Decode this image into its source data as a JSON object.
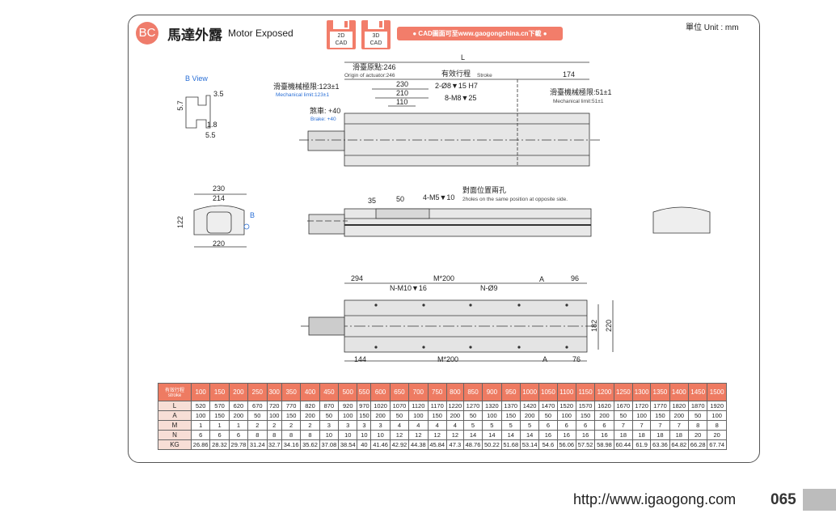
{
  "header": {
    "badge": "BC",
    "title_cn": "馬達外露",
    "title_en": "Motor Exposed",
    "cad2d": [
      "2D",
      "CAD"
    ],
    "cad3d": [
      "3D",
      "CAD"
    ],
    "cad_link": "● CAD圖面可至www.gaogongchina.cn下載 ●",
    "unit": "單位 Unit : mm"
  },
  "drawing": {
    "top": {
      "L": "L",
      "origin_cn": "滑臺原點:246",
      "origin_en": "Origin of actuator:246",
      "stroke_cn": "有效行程",
      "stroke_en": "Stroke",
      "d174": "174",
      "mech_l_cn": "滑臺機械極限:123±1",
      "mech_l_en": "Mechanical limit:123±1",
      "mech_r_cn": "滑臺機械極限:51±1",
      "mech_r_en": "Mechanical limit:51±1",
      "d230": "230",
      "d210": "210",
      "d110": "110",
      "pin": "2-Ø8▼15 H7",
      "tap": "8-M8▼25",
      "brake_cn": "煞車: +40",
      "brake_en": "Brake: +40"
    },
    "bview": {
      "title": "B View",
      "d35": "3.5",
      "d57": "5.7",
      "d18": "1.8",
      "d55": "5.5"
    },
    "end": {
      "d230": "230",
      "d214": "214",
      "d122": "122",
      "d220": "220",
      "b": "B"
    },
    "side": {
      "d35": "35",
      "d50": "50",
      "tap": "4-M5▼10",
      "note_cn": "對面位置兩孔",
      "note_en": "2holes on the same position at opposite side."
    },
    "bottom": {
      "d294": "294",
      "m200a": "M*200",
      "a1": "A",
      "d96": "96",
      "nm10": "N-M10▼16",
      "n9": "N-Ø9",
      "d144": "144",
      "m200b": "M*200",
      "a2": "A",
      "d76": "76",
      "d182": "182",
      "d220": "220"
    }
  },
  "table": {
    "header_label": "有效行程 stroke",
    "strokes": [
      "100",
      "150",
      "200",
      "250",
      "300",
      "350",
      "400",
      "450",
      "500",
      "550",
      "600",
      "650",
      "700",
      "750",
      "800",
      "850",
      "900",
      "950",
      "1000",
      "1050",
      "1100",
      "1150",
      "1200",
      "1250",
      "1300",
      "1350",
      "1400",
      "1450",
      "1500"
    ],
    "rows": [
      {
        "label": "L",
        "values": [
          "520",
          "570",
          "620",
          "670",
          "720",
          "770",
          "820",
          "870",
          "920",
          "970",
          "1020",
          "1070",
          "1120",
          "1170",
          "1220",
          "1270",
          "1320",
          "1370",
          "1420",
          "1470",
          "1520",
          "1570",
          "1620",
          "1670",
          "1720",
          "1770",
          "1820",
          "1870",
          "1920"
        ]
      },
      {
        "label": "A",
        "values": [
          "100",
          "150",
          "200",
          "50",
          "100",
          "150",
          "200",
          "50",
          "100",
          "150",
          "200",
          "50",
          "100",
          "150",
          "200",
          "50",
          "100",
          "150",
          "200",
          "50",
          "100",
          "150",
          "200",
          "50",
          "100",
          "150",
          "200",
          "50",
          "100"
        ]
      },
      {
        "label": "M",
        "values": [
          "1",
          "1",
          "1",
          "2",
          "2",
          "2",
          "2",
          "3",
          "3",
          "3",
          "3",
          "4",
          "4",
          "4",
          "4",
          "5",
          "5",
          "5",
          "5",
          "6",
          "6",
          "6",
          "6",
          "7",
          "7",
          "7",
          "7",
          "8",
          "8"
        ]
      },
      {
        "label": "N",
        "values": [
          "6",
          "6",
          "6",
          "8",
          "8",
          "8",
          "8",
          "10",
          "10",
          "10",
          "10",
          "12",
          "12",
          "12",
          "12",
          "14",
          "14",
          "14",
          "14",
          "16",
          "16",
          "16",
          "16",
          "18",
          "18",
          "18",
          "18",
          "20",
          "20"
        ]
      },
      {
        "label": "KG",
        "values": [
          "26.86",
          "28.32",
          "29.78",
          "31.24",
          "32.7",
          "34.16",
          "35.62",
          "37.08",
          "38.54",
          "40",
          "41.46",
          "42.92",
          "44.38",
          "45.84",
          "47.3",
          "48.76",
          "50.22",
          "51.68",
          "53.14",
          "54.6",
          "56.06",
          "57.52",
          "58.98",
          "60.44",
          "61.9",
          "63.36",
          "64.82",
          "66.28",
          "67.74"
        ]
      }
    ]
  },
  "footer": {
    "url": "http://www.igaogong.com",
    "page": "065"
  }
}
